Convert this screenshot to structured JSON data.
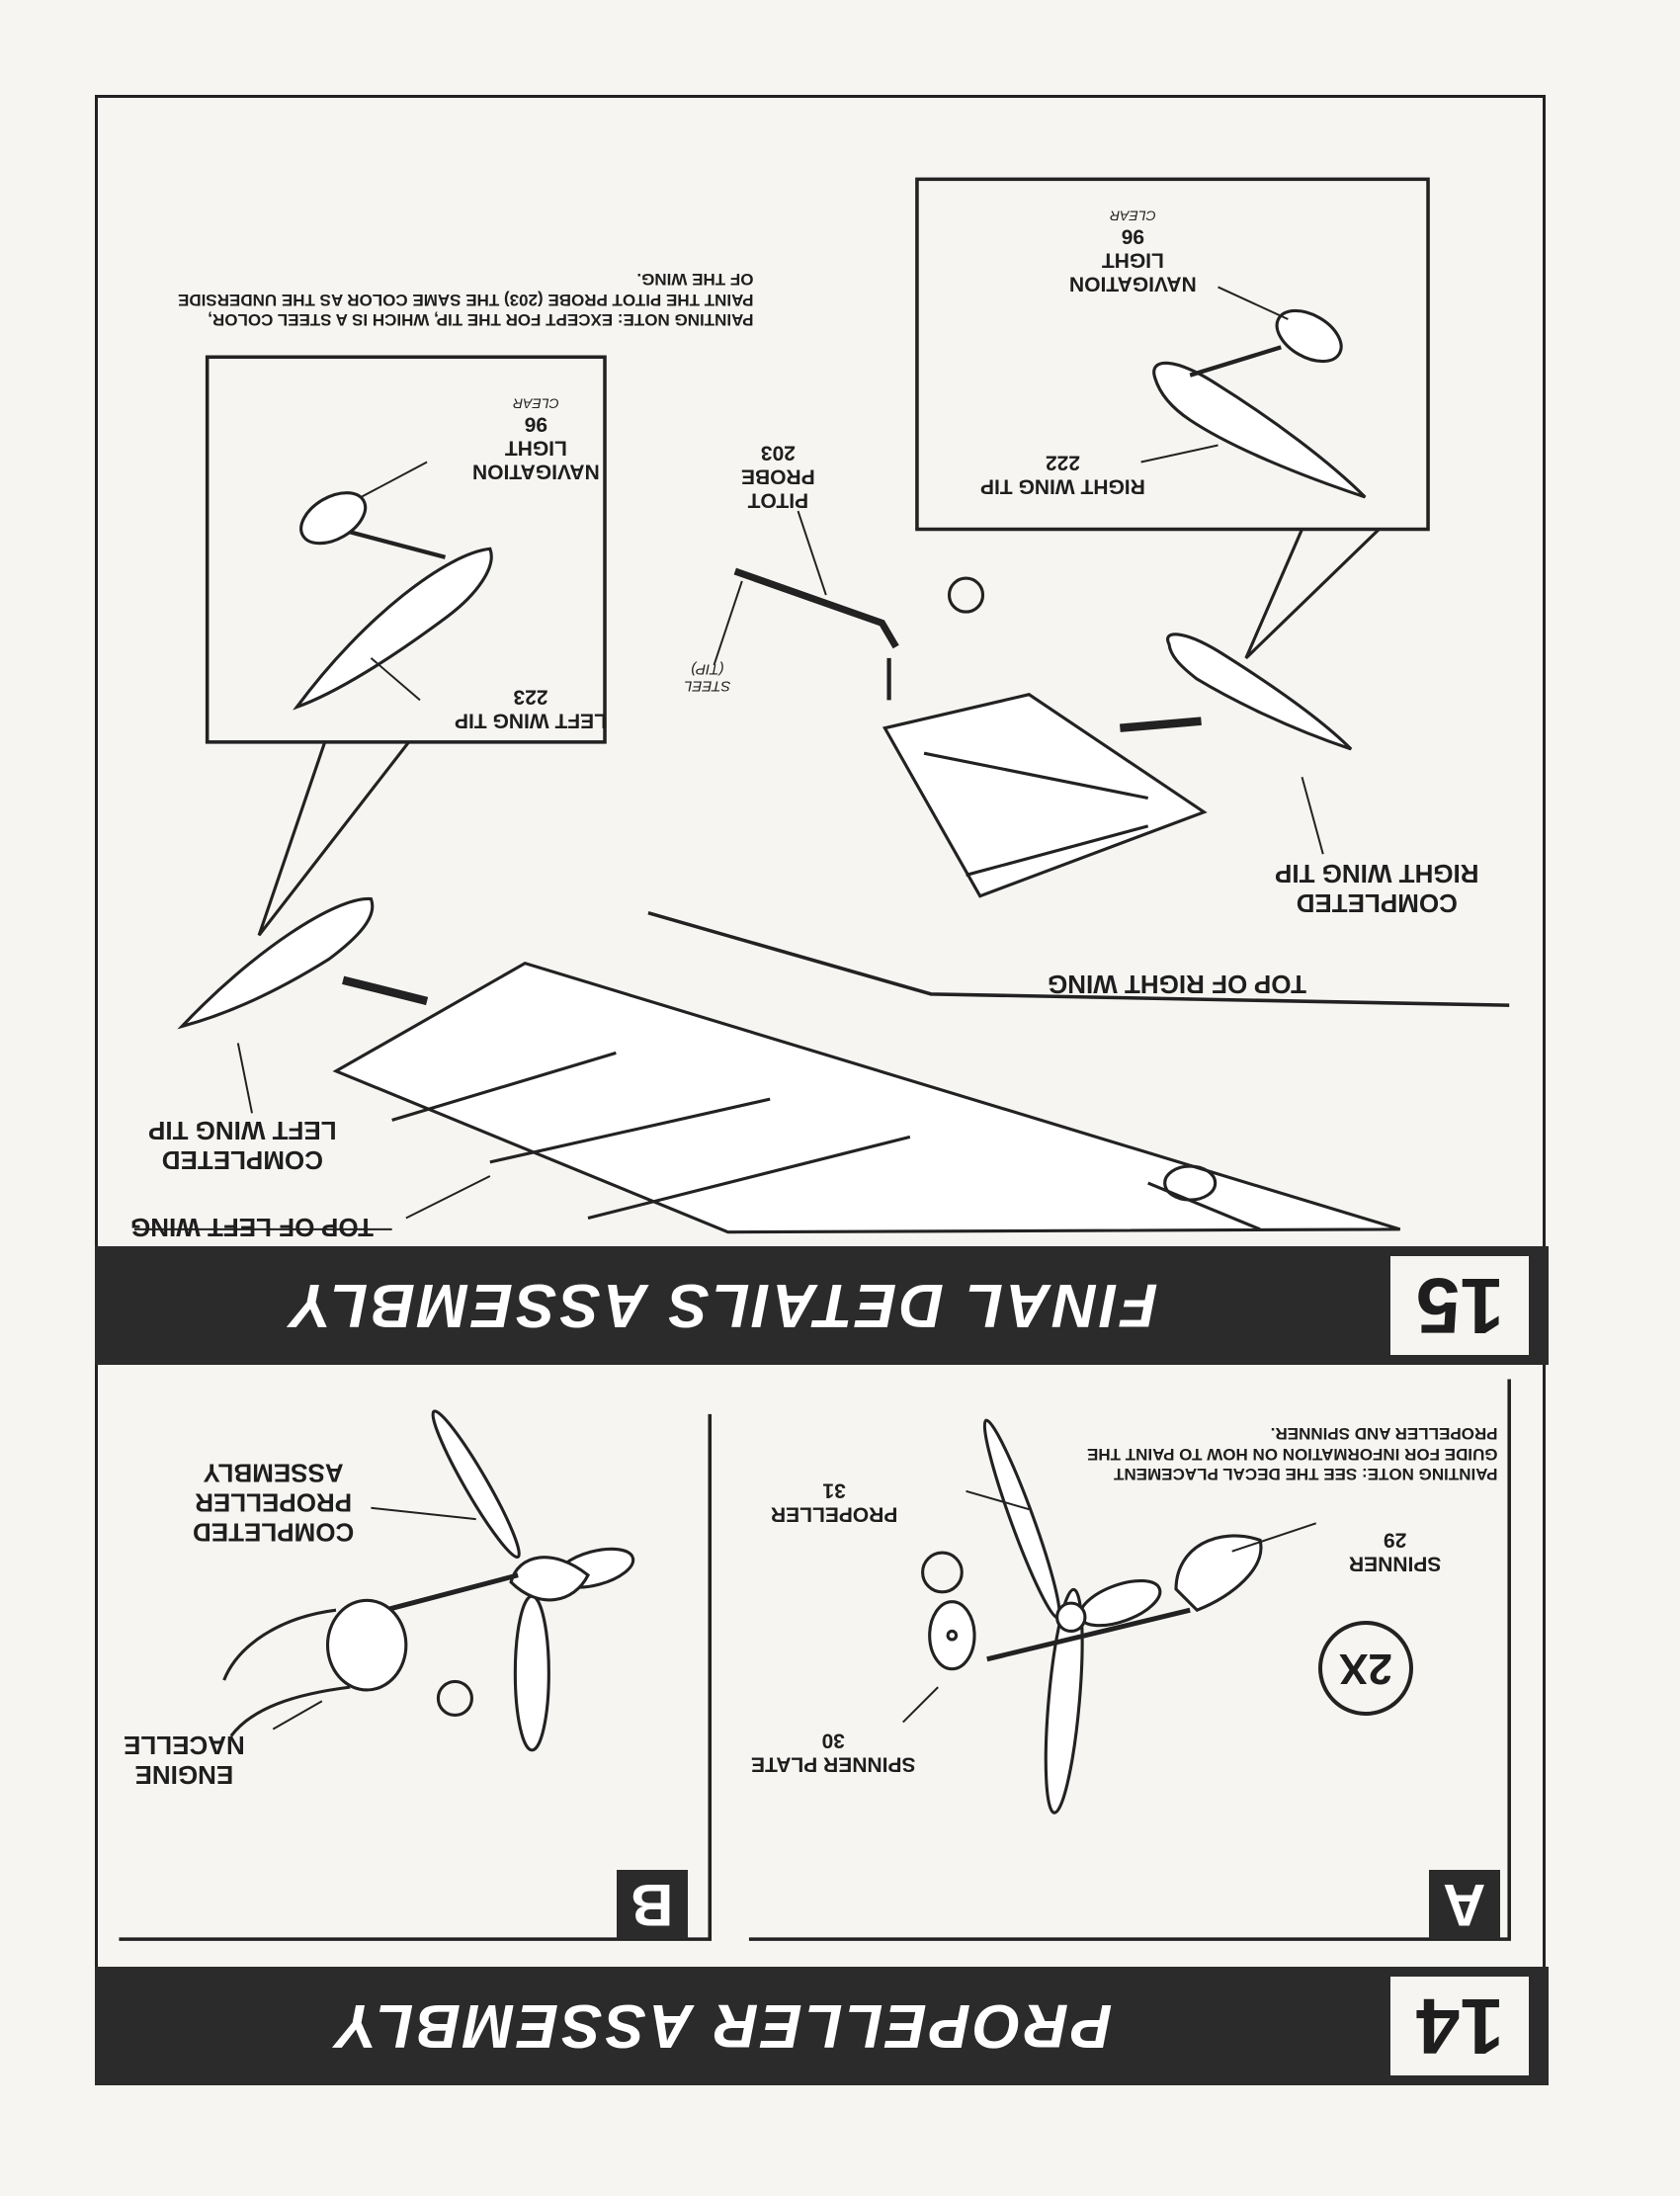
{
  "step15": {
    "number": "15",
    "title": "FINAL DETAILS ASSEMBLY",
    "painting_note": [
      "PAINTING NOTE: EXCEPT FOR THE TIP, WHICH IS A STEEL COLOR,",
      "PAINT THE PITOT PROBE (203) THE SAME COLOR AS THE UNDERSIDE",
      "OF THE WING."
    ],
    "left_tip": {
      "name": "LEFT WING TIP",
      "part": "223"
    },
    "left_nav": {
      "name1": "NAVIGATION",
      "name2": "LIGHT",
      "part": "96",
      "color": "CLEAR"
    },
    "right_tip": {
      "name": "RIGHT WING TIP",
      "part": "222"
    },
    "right_nav": {
      "name1": "NAVIGATION",
      "name2": "LIGHT",
      "part": "96",
      "color": "CLEAR"
    },
    "pitot": {
      "name1": "PITOT",
      "name2": "PROBE",
      "part": "203"
    },
    "steel": {
      "line1": "STEEL",
      "line2": "(TIP)"
    },
    "completed_right": {
      "line1": "COMPLETED",
      "line2": "RIGHT WING TIP"
    },
    "top_right_wing": "TOP OF RIGHT WING",
    "completed_left": {
      "line1": "COMPLETED",
      "line2": "LEFT WING TIP"
    },
    "top_left_wing": "TOP OF LEFT WING"
  },
  "step14": {
    "number": "14",
    "title": "PROPELLER ASSEMBLY",
    "sub_a": "A",
    "sub_b": "B",
    "quantity": "2X",
    "painting_note": [
      "PAINTING NOTE: SEE THE DECAL PLACEMENT",
      "GUIDE FOR INFORMATION ON HOW TO PAINT THE",
      "PROPELLER AND SPINNER."
    ],
    "spinner": {
      "name": "SPINNER",
      "part": "29"
    },
    "propeller": {
      "name": "PROPELLER",
      "part": "31"
    },
    "spinner_plate": {
      "name": "SPINNER PLATE",
      "part": "30"
    },
    "completed_prop": {
      "line1": "COMPLETED",
      "line2": "PROPELLER",
      "line3": "ASSEMBLY"
    },
    "nacelle": {
      "line1": "ENGINE",
      "line2": "NACELLE"
    }
  }
}
